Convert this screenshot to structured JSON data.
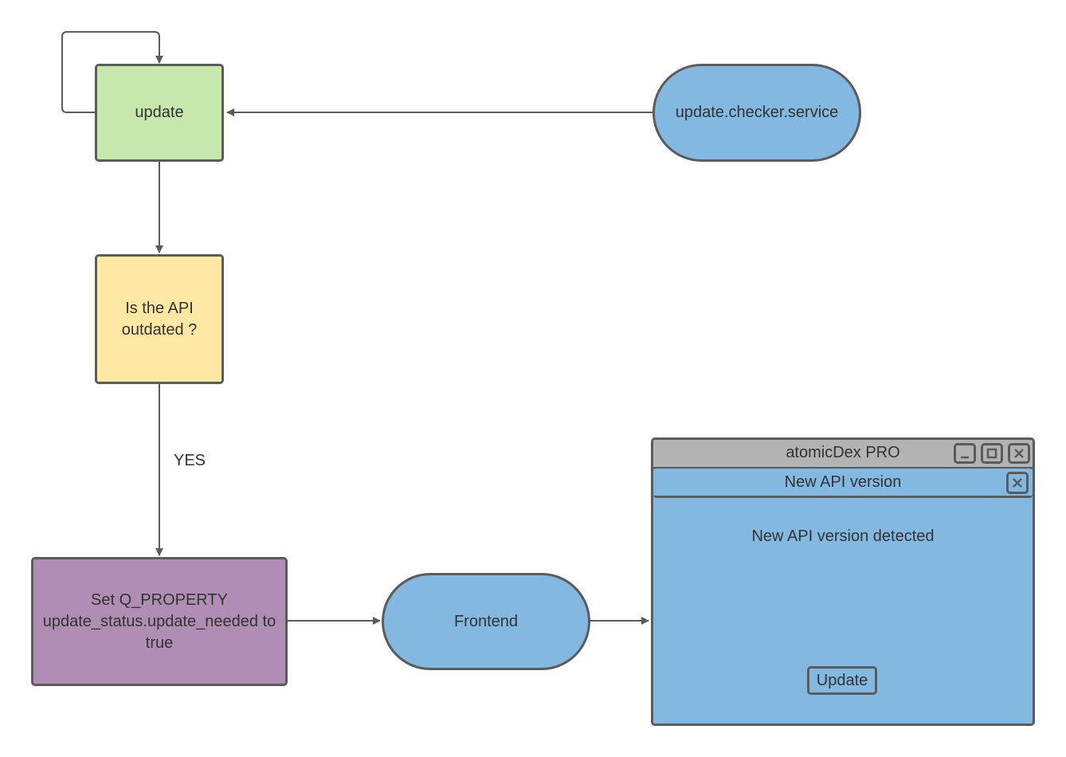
{
  "nodes": {
    "update": "update",
    "checker_service": "update.checker.service",
    "api_outdated": "Is the API outdated ?",
    "set_property": "Set Q_PROPERTY update_status.update_needed to true",
    "frontend": "Frontend"
  },
  "edge_labels": {
    "yes": "YES"
  },
  "window": {
    "title": "atomicDex PRO",
    "dialog_title": "New API version",
    "message": "New API version detected",
    "button_label": "Update"
  },
  "colors": {
    "process_green": "#c7e8ac",
    "decision_yellow": "#ffe8a4",
    "action_purple": "#b08db3",
    "terminal_blue": "#83b8e1",
    "titlebar_gray": "#b3b3b3",
    "stroke": "#5b5b5b"
  }
}
